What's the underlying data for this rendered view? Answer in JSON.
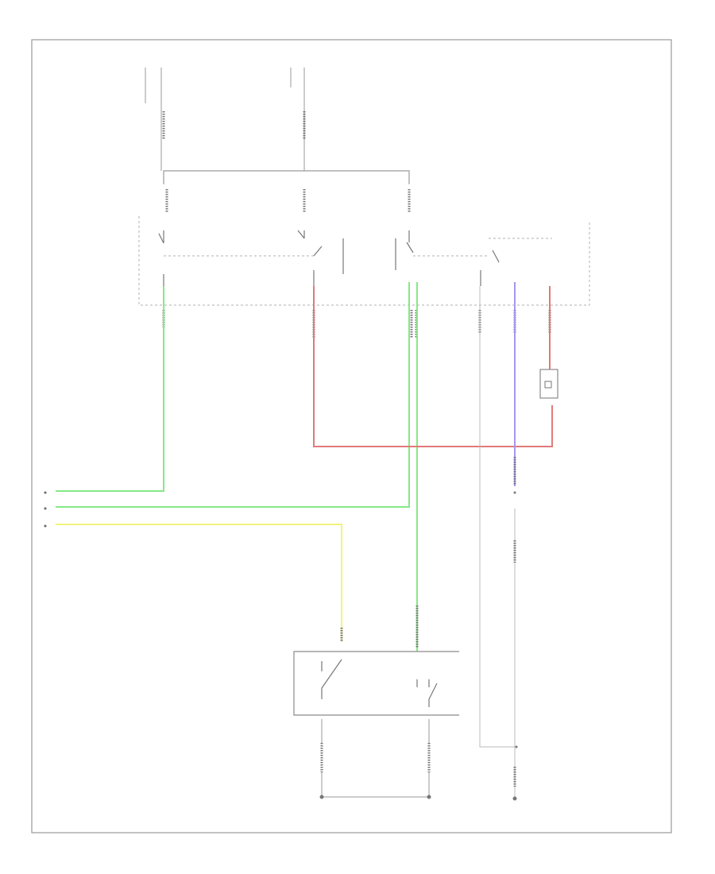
{
  "diagram": {
    "title": "",
    "footer_ref": "",
    "colors": {
      "green": "#86e986",
      "red": "#e07a7a",
      "yellow": "#f3f37a",
      "violet": "#a596f0",
      "gray": "#9a9a9a"
    },
    "top_fuses": [
      {
        "id": "fuse-left",
        "label": "",
        "desc": ""
      },
      {
        "id": "fuse-right",
        "label": "",
        "desc": ""
      }
    ],
    "relay_box": {
      "label": ""
    },
    "left_terminals": [
      {
        "id": "term-1",
        "label": "",
        "color": "green"
      },
      {
        "id": "term-2",
        "label": "",
        "color": "green"
      },
      {
        "id": "term-3",
        "label": "",
        "color": "yellow"
      }
    ],
    "components": {
      "resistor": {
        "label": ""
      },
      "pressure_switch": {
        "label": ""
      },
      "sensor_connector": {
        "label": ""
      },
      "lower_right_connector": {
        "label": ""
      }
    },
    "grounds": [
      {
        "id": "ground-left",
        "label": ""
      },
      {
        "id": "ground-right",
        "label": ""
      }
    ]
  }
}
